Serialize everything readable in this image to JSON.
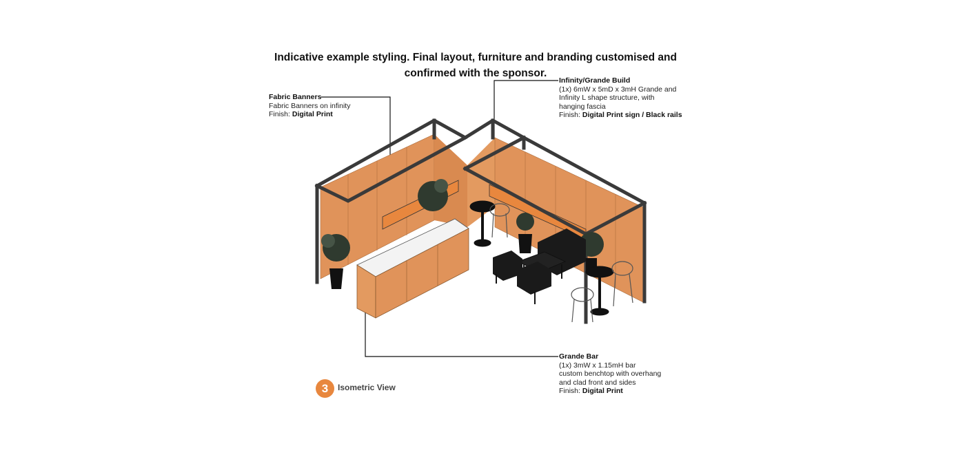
{
  "title": "Indicative example styling. Final layout, furniture and branding customised and confirmed with the sponsor.",
  "callouts": {
    "fabric_banners": {
      "heading": "Fabric Banners",
      "line1": "Fabric Banners on infinity",
      "finish_label": "Finish:",
      "finish_value": "Digital Print"
    },
    "infinity_build": {
      "heading": "Infinity/Grande Build",
      "line1": "(1x) 6mW x 5mD x 3mH Grande and",
      "line2": "Infinity L shape structure, with",
      "line3": "hanging fascia",
      "finish_label": "Finish:",
      "finish_value": "Digital Print sign / Black rails"
    },
    "grande_bar": {
      "heading": "Grande Bar",
      "line1": "(1x) 3mW x 1.15mH bar",
      "line2": "custom benchtop with overhang",
      "line3": "and clad front and sides",
      "finish_label": "Finish:",
      "finish_value": "Digital Print"
    }
  },
  "view": {
    "number": "3",
    "label": "Isometric View"
  },
  "colors": {
    "panel": "#e0935a",
    "frame": "#3a3a3a",
    "badge": "#e8873e"
  }
}
